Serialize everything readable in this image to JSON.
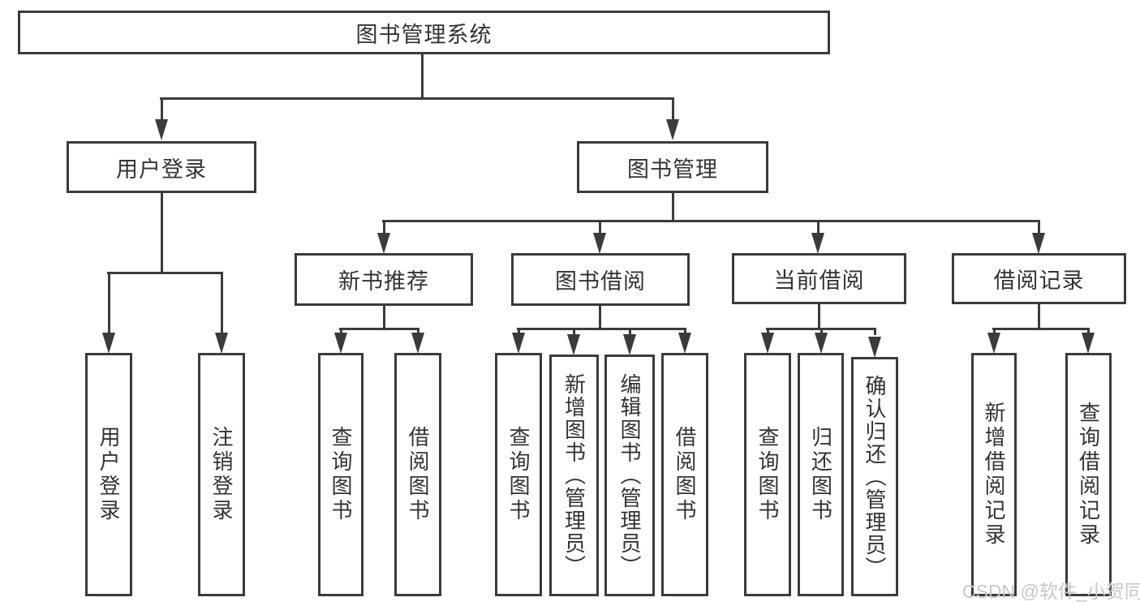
{
  "diagram_title": "图书管理系统",
  "tree": {
    "label": "图书管理系统",
    "children": [
      {
        "label": "用户登录",
        "children": [
          {
            "label": "用户登录"
          },
          {
            "label": "注销登录"
          }
        ]
      },
      {
        "label": "图书管理",
        "children": [
          {
            "label": "新书推荐",
            "children": [
              {
                "label": "查询图书"
              },
              {
                "label": "借阅图书"
              }
            ]
          },
          {
            "label": "图书借阅",
            "children": [
              {
                "label": "查询图书"
              },
              {
                "label": "新增图书（管理员）"
              },
              {
                "label": "编辑图书（管理员）"
              },
              {
                "label": "借阅图书"
              }
            ]
          },
          {
            "label": "当前借阅",
            "children": [
              {
                "label": "查询图书"
              },
              {
                "label": "归还图书"
              },
              {
                "label": "确认归还（管理员）"
              }
            ]
          },
          {
            "label": "借阅记录",
            "children": [
              {
                "label": "新增借阅记录"
              },
              {
                "label": "查询借阅记录"
              }
            ]
          }
        ]
      }
    ]
  },
  "watermark": {
    "text": "CSDN @软件_小贺同学"
  },
  "colors": {
    "line": "#3b3b3b",
    "text": "#333333",
    "watermark": "#c2c8cd",
    "background": "#ffffff"
  }
}
